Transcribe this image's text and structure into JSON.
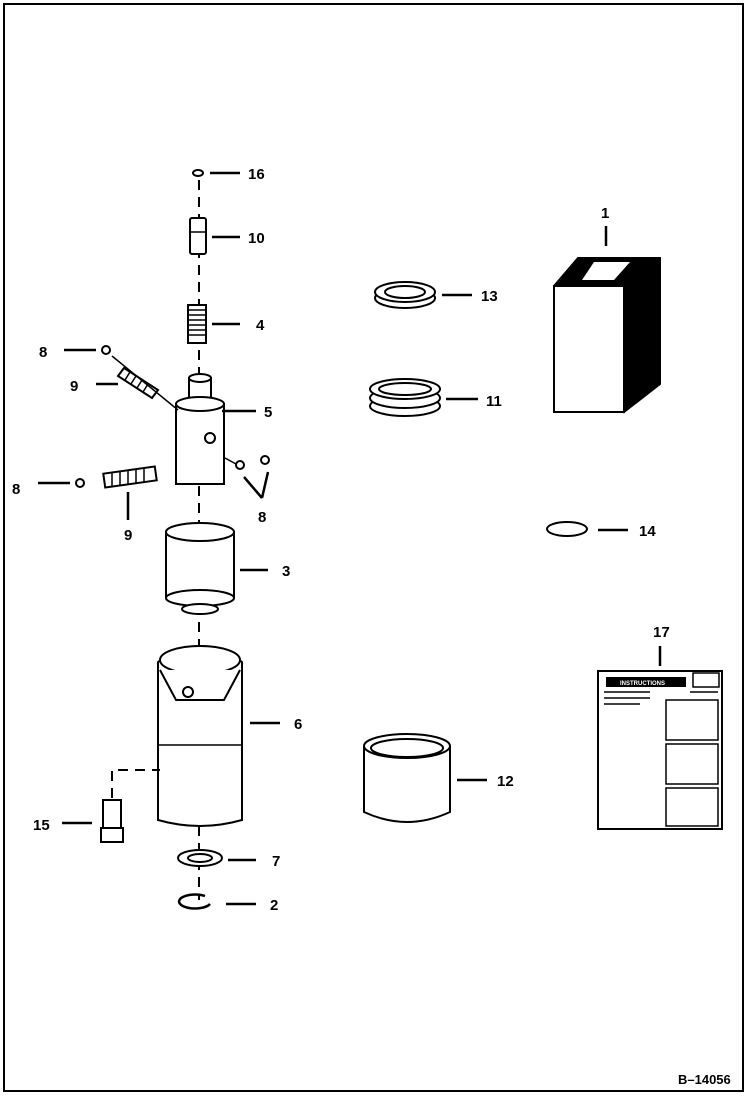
{
  "reference": "B–14056",
  "callouts": {
    "c1": "1",
    "c2": "2",
    "c3": "3",
    "c4": "4",
    "c5": "5",
    "c6": "6",
    "c7": "7",
    "c8a": "8",
    "c8b": "8",
    "c8c": "8",
    "c9a": "9",
    "c9b": "9",
    "c10": "10",
    "c11": "11",
    "c12": "12",
    "c13": "13",
    "c14": "14",
    "c15": "15",
    "c16": "16",
    "c17": "17"
  },
  "instructions_sheet": {
    "heading": "INSTRUCTIONS"
  },
  "colors": {
    "ink": "#000000",
    "paper": "#ffffff"
  }
}
